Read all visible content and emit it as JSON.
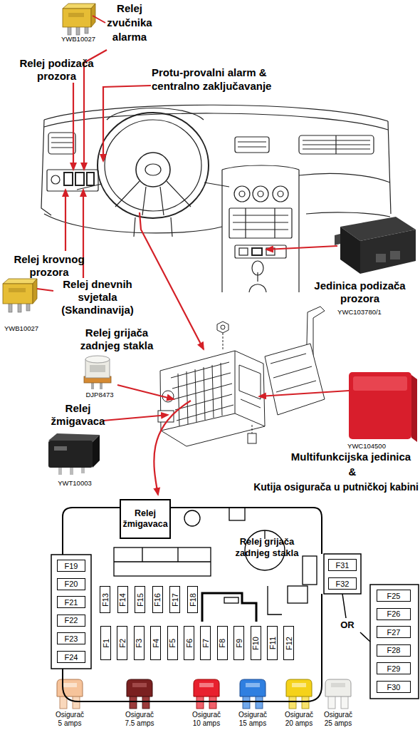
{
  "diagram": {
    "nodes": [
      {
        "text": [
          "Relej grijača zadnjeg stakla"
        ]
      },
      {
        "text": [
          "Relej žmigavaca"
        ],
        "in": 0
      },
      {
        "text": [
          "F19"
        ],
        "in": 0
      },
      {
        "text": [
          "F20"
        ],
        "in": 0
      },
      {
        "text": [
          "F21"
        ],
        "in": 0
      },
      {
        "text": [
          "F22"
        ],
        "in": 0
      },
      {
        "text": [
          "F23"
        ],
        "in": 0
      },
      {
        "text": [
          "F24"
        ],
        "in": 0
      },
      {
        "text": [
          "F13"
        ],
        "in": 0
      },
      {
        "text": [
          "F14"
        ],
        "in": 0
      },
      {
        "text": [
          "F15"
        ],
        "in": 0
      },
      {
        "text": [
          "F16"
        ],
        "in": 0
      },
      {
        "text": [
          "F17"
        ],
        "in": 0
      },
      {
        "text": [
          "F18"
        ],
        "in": 0
      },
      {
        "text": [
          "F1"
        ],
        "in": 0
      },
      {
        "text": [
          "F2"
        ],
        "in": 0
      },
      {
        "text": [
          "F3"
        ],
        "in": 0
      },
      {
        "text": [
          "F4"
        ],
        "in": 0
      },
      {
        "text": [
          "F5"
        ],
        "in": 0
      },
      {
        "text": [
          "F6"
        ],
        "in": 0
      },
      {
        "text": [
          "F7"
        ],
        "in": 0
      },
      {
        "text": [
          "F8"
        ],
        "in": 0
      },
      {
        "text": [
          "F9"
        ],
        "in": 0
      },
      {
        "text": [
          "F10"
        ],
        "in": 0
      },
      {
        "text": [
          "F11"
        ],
        "in": 0
      },
      {
        "text": [
          "F12"
        ],
        "in": 0
      },
      {
        "text": [
          "F31"
        ],
        "in": 0
      },
      {
        "text": [
          "F32"
        ],
        "in": 0
      },
      {
        "text": [
          "F25"
        ]
      },
      {
        "text": [
          "F26"
        ]
      },
      {
        "text": [
          "F27"
        ]
      },
      {
        "text": [
          "F28"
        ]
      },
      {
        "text": [
          "F29"
        ]
      },
      {
        "text": [
          "F30"
        ]
      }
    ],
    "labels": [
      "YWB10027",
      "Relej zvučnika alarma",
      "Relej podizača prozora",
      "Protu-provalni alarm & centralno zaključavanje",
      "Relej krovnog prozora",
      "Relej dnevnih svjetala (Skandinavija)",
      "YWB10027",
      "Jedinica podizača prozora",
      "YWC103780/1",
      "Relej grijača zadnjeg stakla",
      "DJP8473",
      "Relej žmigavaca",
      "YWT10003",
      "YWC104500",
      "Multifunkcijska jedinica",
      "&",
      "Kutija osigurača u putničkoj kabini",
      "OR",
      "Osigurač 5 amps",
      "Osigurač 7.5 amps",
      "Osigurač 10 amps",
      "Osigurač 15 amps",
      "Osigurač 20 amps",
      "Osigurač 25 amps"
    ]
  }
}
